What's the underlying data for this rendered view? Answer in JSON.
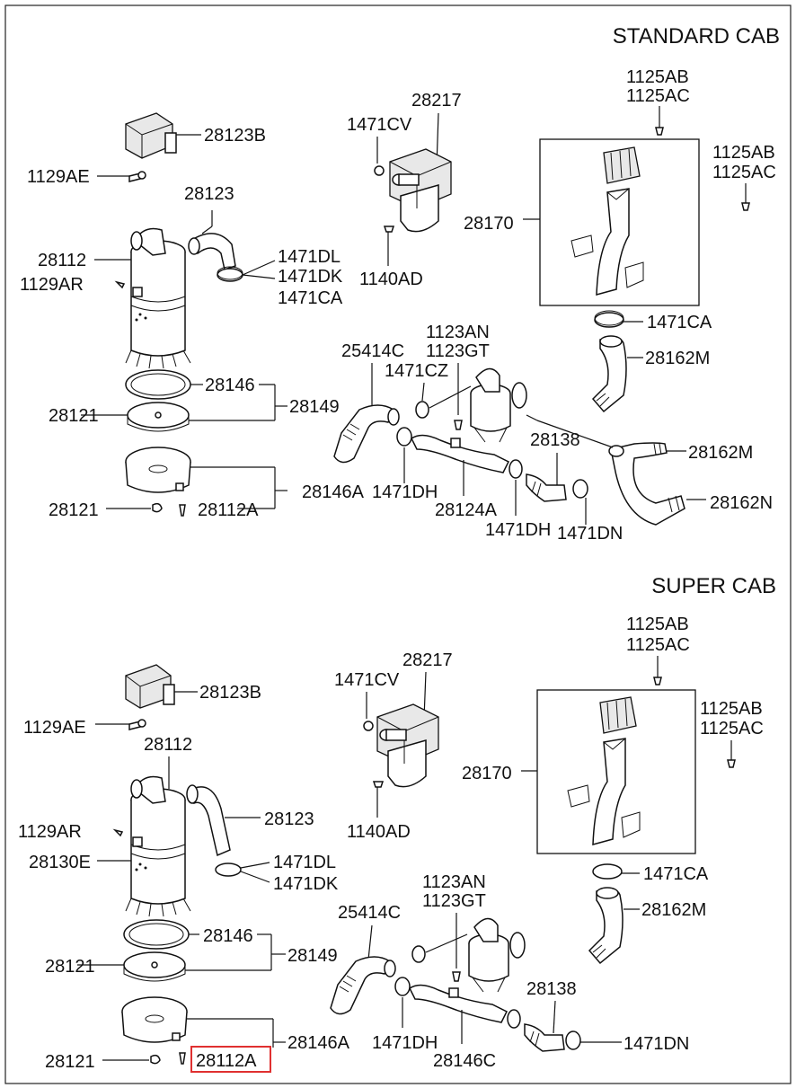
{
  "sections": [
    {
      "title": "STANDARD CAB",
      "labels": {
        "bracket_top": "28123B",
        "bolt_top": "1129AE",
        "elbow": "28123",
        "body": "28112",
        "bolt_side": "1129AR",
        "clamp_dl": "1471DL",
        "clamp_dk": "1471DK",
        "clamp_ca_left": "1471CA",
        "element": "28146",
        "cover": "28121",
        "assy": "28149",
        "bowl": "28146A",
        "cover2": "28121",
        "part_2112a": "28112A",
        "reservoir_bolt": "1471CV",
        "reservoir": "28217",
        "reservoir_screw": "1140AD",
        "snorkel_bolt_a1": "1125AB",
        "snorkel_bolt_a2": "1125AC",
        "snorkel_bolt_b1": "1125AB",
        "snorkel_bolt_b2": "1125AC",
        "snorkel": "28170",
        "clamp_ca_right": "1471CA",
        "hose_m_top": "28162M",
        "hose_m_low": "28162M",
        "hose_n": "28162N",
        "duct": "25414C",
        "clamp_cz": "1471CZ",
        "bolt_an": "1123AN",
        "bolt_gt": "1123GT",
        "resonator": "28138",
        "clamp_dh_a": "1471DH",
        "hose_mid": "28124A",
        "clamp_dh_b": "1471DH",
        "clamp_dn": "1471DN"
      }
    },
    {
      "title": "SUPER CAB",
      "labels": {
        "bracket_top": "28123B",
        "bolt_top": "1129AE",
        "body": "28112",
        "elbow": "28123",
        "bolt_side": "1129AR",
        "housing": "28130E",
        "clamp_dl": "1471DL",
        "clamp_dk": "1471DK",
        "element": "28146",
        "cover": "28121",
        "assy": "28149",
        "bowl": "28146A",
        "cover2": "28121",
        "part_2112a": "28112A",
        "reservoir_bolt": "1471CV",
        "reservoir": "28217",
        "reservoir_screw": "1140AD",
        "snorkel_bolt_a1": "1125AB",
        "snorkel_bolt_a2": "1125AC",
        "snorkel_bolt_b1": "1125AB",
        "snorkel_bolt_b2": "1125AC",
        "snorkel": "28170",
        "clamp_ca_right": "1471CA",
        "hose_m_top": "28162M",
        "duct": "25414C",
        "bolt_an": "1123AN",
        "bolt_gt": "1123GT",
        "resonator": "28138",
        "clamp_dh_a": "1471DH",
        "hose_mid": "28146C",
        "clamp_dn": "1471DN"
      }
    }
  ],
  "highlight_color": "#e03030"
}
